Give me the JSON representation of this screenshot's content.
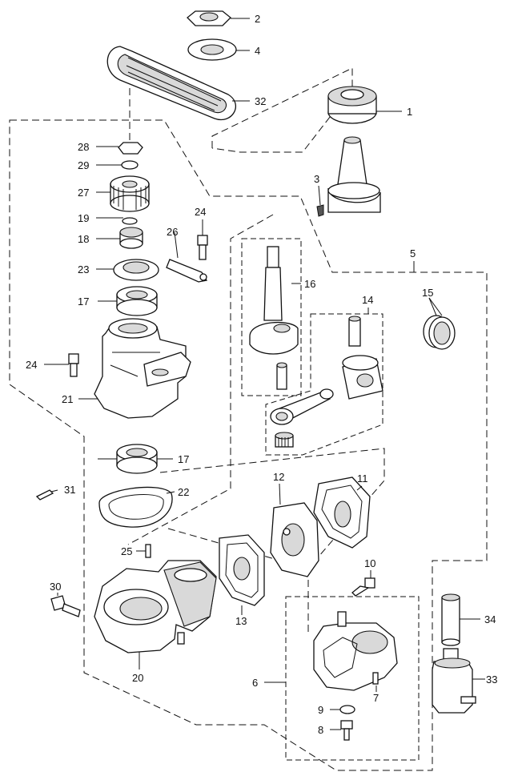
{
  "callouts": {
    "c1": "1",
    "c2": "2",
    "c3": "3",
    "c4": "4",
    "c5": "5",
    "c6": "6",
    "c7": "7",
    "c8": "8",
    "c9": "9",
    "c10": "10",
    "c11": "11",
    "c12": "12",
    "c13": "13",
    "c14": "14",
    "c15": "15",
    "c16": "16",
    "c17a": "17",
    "c17b": "17",
    "c18": "18",
    "c19": "19",
    "c20": "20",
    "c21": "21",
    "c22": "22",
    "c23": "23",
    "c24a": "24",
    "c24b": "24",
    "c25": "25",
    "c26": "26",
    "c27": "27",
    "c28": "28",
    "c29": "29",
    "c30": "30",
    "c31": "31",
    "c32": "32",
    "c33": "33",
    "c34": "34"
  }
}
